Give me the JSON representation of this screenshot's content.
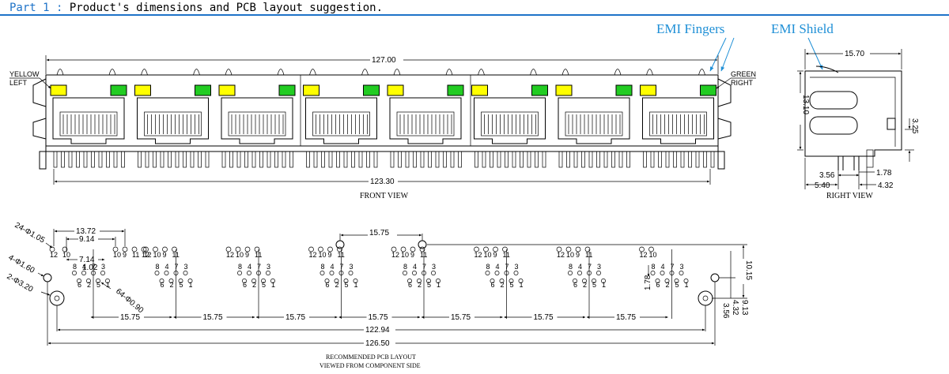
{
  "header": {
    "part_label": "Part 1 :",
    "title": "Product's dimensions and PCB layout suggestion."
  },
  "colors": {
    "accent": "#1e73c8",
    "callout": "#1e8fd6",
    "led_yellow": "#ffff00",
    "led_green": "#22cc22"
  },
  "callouts": {
    "emi_fingers": "EMI Fingers",
    "emi_shield": "EMI Shield"
  },
  "front_view": {
    "caption": "FRONT VIEW",
    "ports": 8,
    "yellow_label": "YELLOW",
    "left_label": "LEFT",
    "green_label": "GREEN",
    "right_label": "RIGHT",
    "dim_overall": "127.00",
    "dim_inner": "123.30"
  },
  "right_view": {
    "caption": "RIGHT VIEW",
    "dim_depth": "15.70",
    "dim_height": "13.10",
    "dim_offset": "3.25",
    "dim_a": "3.56",
    "dim_b": "1.78",
    "dim_c": "5.40",
    "dim_d": "4.32"
  },
  "pcb_layout": {
    "caption_line1": "RECOMMENDED PCB LAYOUT",
    "caption_line2": "VIEWED FROM COMPONENT SIDE",
    "hole_note_1": "24-Φ1.05",
    "hole_note_2": "4-Φ1.60",
    "hole_note_3": "2-Φ3.20",
    "hole_note_4": "64-Φ0.90",
    "dim_13_72": "13.72",
    "dim_9_14": "9.14",
    "dim_7_14": "7.14",
    "dim_1_02": "1.02",
    "dim_pitch_top": "15.75",
    "pitch_labels": [
      "15.75",
      "15.75",
      "15.75",
      "15.75",
      "15.75",
      "15.75",
      "15.75"
    ],
    "dim_22_94": "122.94",
    "dim_126_50": "126.50",
    "dim_10_15": "10.15",
    "dim_1_78": "1.78",
    "dim_3_56": "3.56",
    "dim_4_32": "4.32",
    "dim_9_13": "9.13",
    "led_pin_labels": [
      "12",
      "10",
      "9",
      "11"
    ],
    "signal_pin_labels": [
      "8",
      "6",
      "4",
      "2",
      "7",
      "5",
      "3",
      "1"
    ]
  }
}
